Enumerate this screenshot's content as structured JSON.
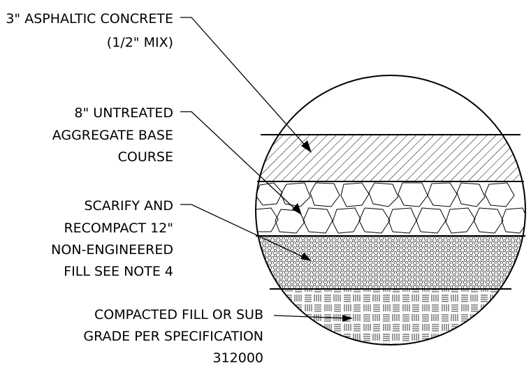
{
  "labels": {
    "asphalt": {
      "line1": "3\" ASPHALTIC CONCRETE",
      "line2": "(1/2\" MIX)"
    },
    "aggregate": {
      "line1": "8\" UNTREATED",
      "line2": "AGGREGATE BASE",
      "line3": "COURSE"
    },
    "scarify": {
      "line1": "SCARIFY AND",
      "line2": "RECOMPACT 12\"",
      "line3": "NON-ENGINEERED",
      "line4": "FILL SEE NOTE 4"
    },
    "compacted": {
      "line1": "COMPACTED FILL OR SUB",
      "line2": "GRADE PER SPECIFICATION",
      "line3": "312000"
    }
  },
  "colors": {
    "ink": "#000000",
    "paper": "#ffffff"
  }
}
